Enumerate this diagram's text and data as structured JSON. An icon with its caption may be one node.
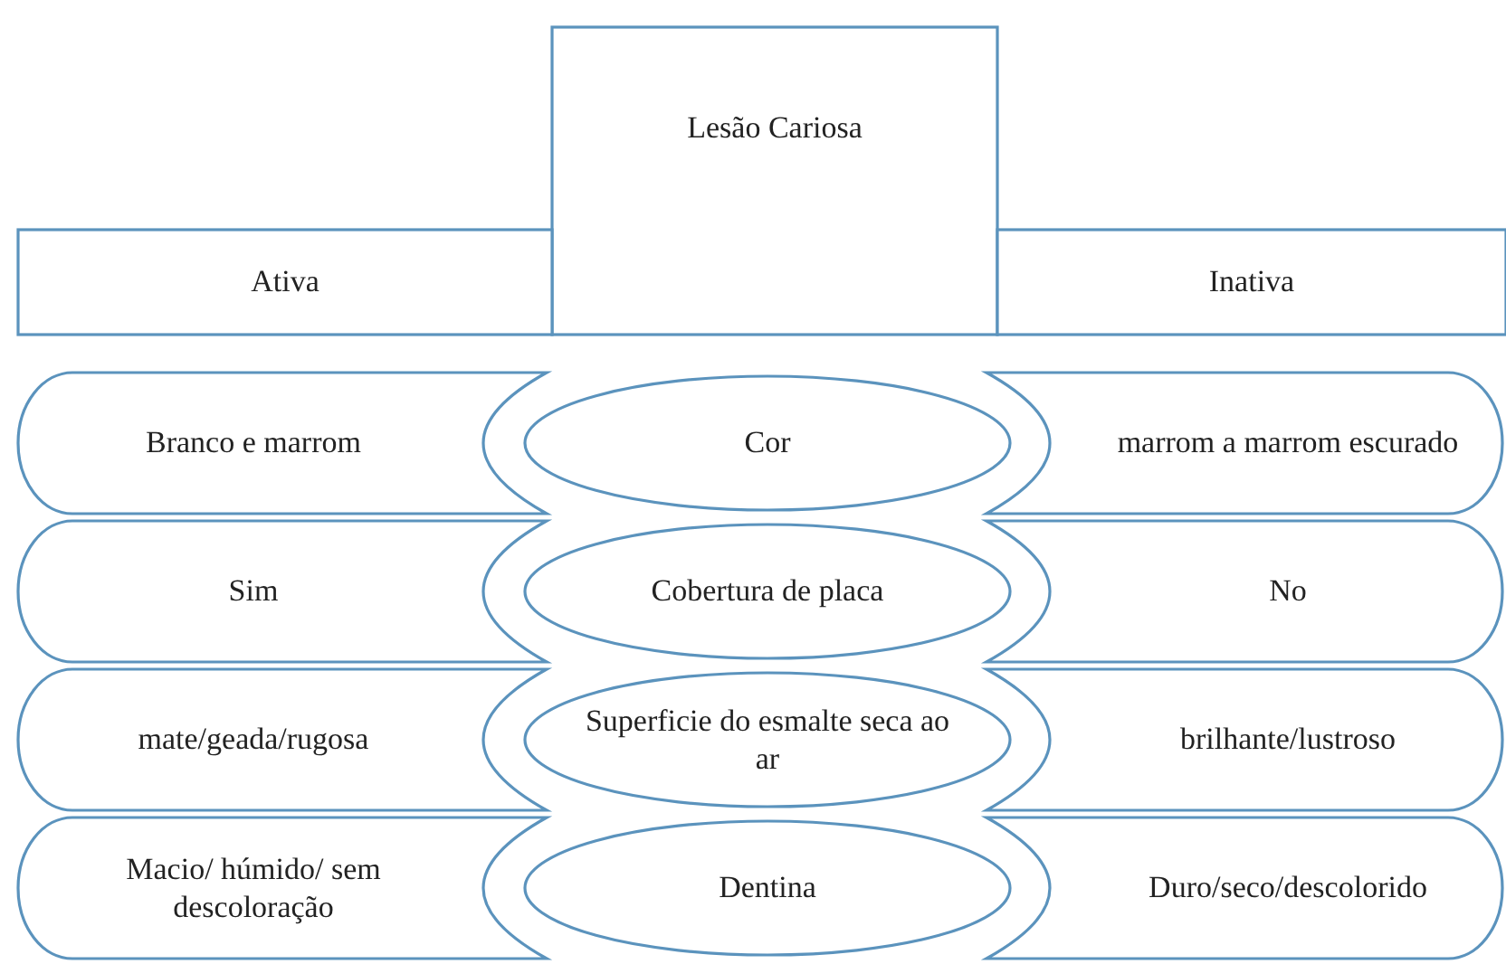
{
  "diagram": {
    "nodes": [
      {
        "text": [
          "Lesão Cariosa"
        ]
      },
      {
        "text": [
          "Ativa"
        ]
      },
      {
        "text": [
          "Inativa"
        ]
      },
      {
        "text": [
          "Branco e marrom"
        ]
      },
      {
        "text": [
          "Cor"
        ]
      },
      {
        "text": [
          "marrom a marrom escurado"
        ]
      },
      {
        "text": [
          "Sim"
        ]
      },
      {
        "text": [
          "Cobertura de placa"
        ]
      },
      {
        "text": [
          "No"
        ]
      },
      {
        "text": [
          "mate/geada/rugosa"
        ]
      },
      {
        "text": [
          "Superficie do esmalte seca ao ar"
        ]
      },
      {
        "text": [
          "brilhante/lustroso"
        ]
      },
      {
        "text": [
          "Macio/ húmido/ sem descoloração"
        ]
      },
      {
        "text": [
          "Dentina"
        ]
      },
      {
        "text": [
          "Duro/seco/descolorido"
        ]
      }
    ]
  }
}
